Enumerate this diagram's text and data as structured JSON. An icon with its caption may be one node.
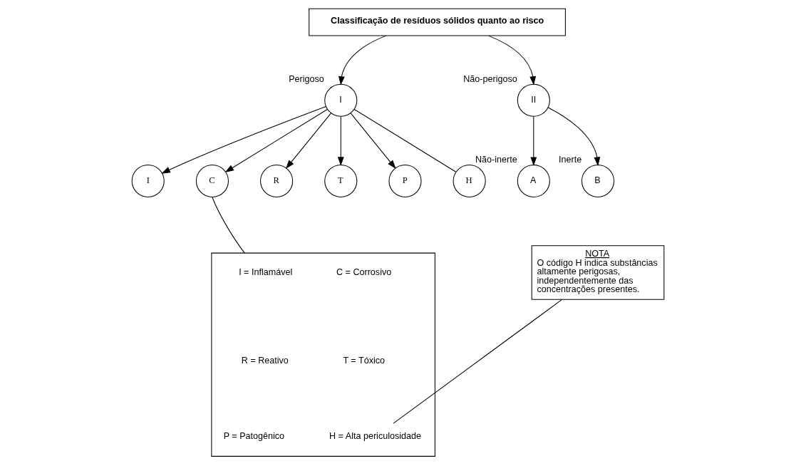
{
  "diagram": {
    "nodes": [
      {
        "text": [
          "Classificação de resíduos sólidos quanto ao risco"
        ]
      },
      {
        "text": [
          "I"
        ],
        "beside": [
          "Perigoso"
        ]
      },
      {
        "text": [
          "II"
        ],
        "beside": [
          "Não-perigoso"
        ]
      },
      {
        "text": [
          "I"
        ]
      },
      {
        "text": [
          "C"
        ]
      },
      {
        "text": [
          "R"
        ]
      },
      {
        "text": [
          "T"
        ]
      },
      {
        "text": [
          "P"
        ]
      },
      {
        "text": [
          "H"
        ]
      },
      {
        "text": [
          "A"
        ],
        "beside": [
          "Não-inerte"
        ]
      },
      {
        "text": [
          "B"
        ],
        "beside": [
          "Inerte"
        ]
      },
      {
        "text": [],
        "shape": "box"
      },
      {
        "text": [
          "I = Inflamável"
        ],
        "in": 11
      },
      {
        "text": [
          "C = Corrosivo"
        ],
        "in": 11
      },
      {
        "text": [
          "R = Reativo"
        ],
        "in": 11
      },
      {
        "text": [
          "T = Tóxico"
        ],
        "in": 11
      },
      {
        "text": [
          "P = Patogênico"
        ],
        "in": 11
      },
      {
        "text": [
          "H = Alta periculosidade"
        ],
        "in": 11
      },
      {
        "text": [
          "NOTA",
          "O código H indica substâncias altamente perigosas, independentemente das concentrações presentes."
        ]
      }
    ],
    "edges": [
      {
        "from": 0,
        "to": 1,
        "arrow": "to"
      },
      {
        "from": 0,
        "to": 2,
        "arrow": "to"
      },
      {
        "from": 1,
        "to": 3,
        "arrow": "to"
      },
      {
        "from": 1,
        "to": 4,
        "arrow": "to"
      },
      {
        "from": 1,
        "to": 5,
        "arrow": "to"
      },
      {
        "from": 1,
        "to": 6,
        "arrow": "to"
      },
      {
        "from": 1,
        "to": 7,
        "arrow": "to"
      },
      {
        "from": 1,
        "to": 8,
        "arrow": "none"
      },
      {
        "from": 2,
        "to": 9,
        "arrow": "to"
      },
      {
        "from": 2,
        "to": 10,
        "arrow": "to"
      },
      {
        "from": 11,
        "to": 4,
        "arrow": "none"
      },
      {
        "from": 18,
        "to": 17,
        "arrow": "none"
      }
    ]
  }
}
